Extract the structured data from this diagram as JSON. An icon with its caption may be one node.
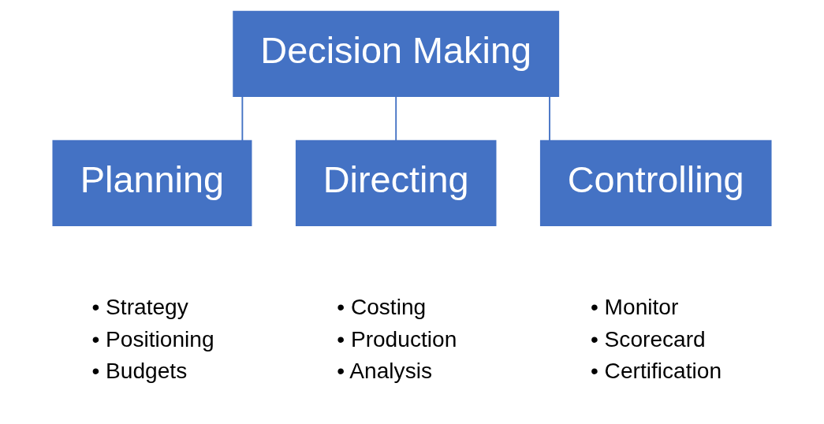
{
  "diagram": {
    "nodes": [
      {
        "text": [
          "Decision Making"
        ]
      },
      {
        "text": [
          "Planning"
        ],
        "beside": [
          "• Strategy",
          "• Positioning",
          "• Budgets"
        ]
      },
      {
        "text": [
          "Directing"
        ],
        "beside": [
          "• Costing",
          "• Production",
          "• Analysis"
        ]
      },
      {
        "text": [
          "Controlling"
        ],
        "beside": [
          "• Monitor",
          "• Scorecard",
          "• Certification"
        ]
      }
    ],
    "edges": [
      {
        "from": 0,
        "to": 1,
        "arrow": "none"
      },
      {
        "from": 0,
        "to": 2,
        "arrow": "none"
      },
      {
        "from": 0,
        "to": 3,
        "arrow": "none"
      }
    ]
  }
}
